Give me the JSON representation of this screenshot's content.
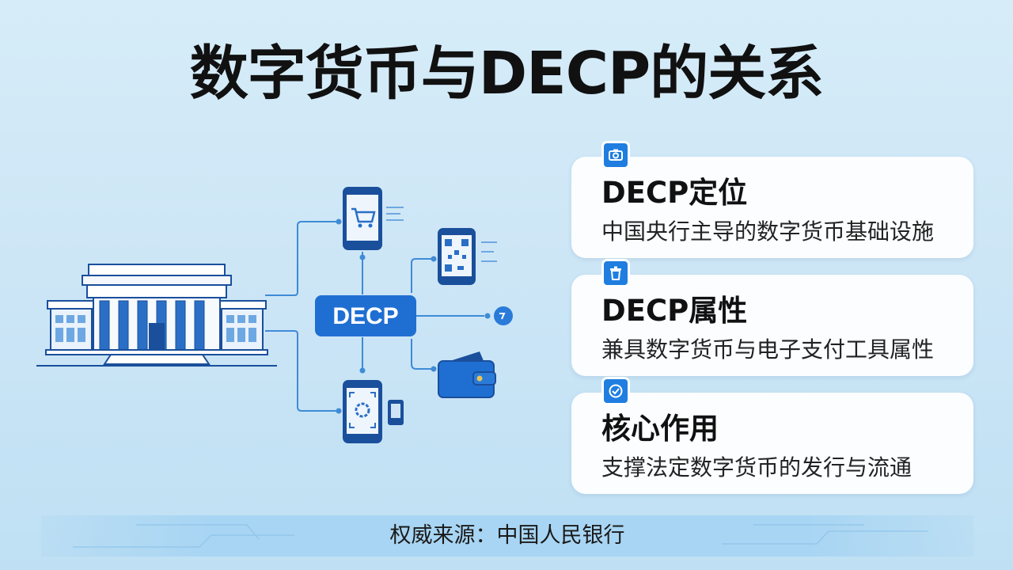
{
  "title": "数字货币与DECP的关系",
  "diagram": {
    "center_label": "DECP"
  },
  "cards": [
    {
      "heading": "DECP定位",
      "description": "中国央行主导的数字货币基础设施",
      "icon": "camera-icon"
    },
    {
      "heading": "DECP属性",
      "description": "兼具数字货币与电子支付工具属性",
      "icon": "trash-icon"
    },
    {
      "heading": "核心作用",
      "description": "支撑法定数字货币的发行与流通",
      "icon": "check-circle-icon"
    }
  ],
  "footer": {
    "source": "权威来源：中国人民银行"
  },
  "colors": {
    "accent": "#1f7ee0",
    "line": "#4a90d9",
    "dark_blue": "#1a4f9c"
  }
}
